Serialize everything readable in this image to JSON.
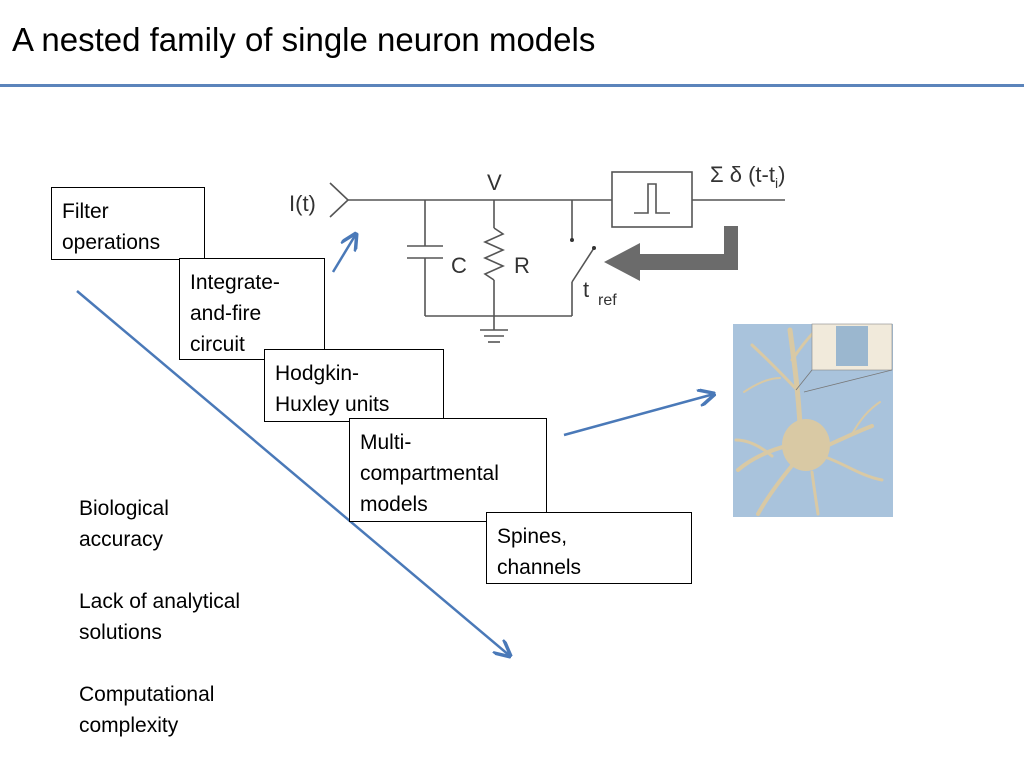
{
  "slide": {
    "title": "A nested family of single neuron models"
  },
  "boxes": [
    {
      "lines": [
        "Filter",
        "operations"
      ]
    },
    {
      "lines": [
        "Integrate-",
        "and-fire",
        "circuit"
      ]
    },
    {
      "lines": [
        "Hodgkin-",
        "Huxley units"
      ]
    },
    {
      "lines": [
        "Multi-",
        "compartmental",
        "models"
      ]
    },
    {
      "lines": [
        "Spines,",
        "channels"
      ]
    }
  ],
  "notes": {
    "item1": [
      "Biological",
      "accuracy"
    ],
    "item2": [
      "Lack of analytical",
      "solutions"
    ],
    "item3": [
      "Computational",
      "complexity"
    ]
  },
  "circuit": {
    "input_label": "I(t)",
    "voltage_label": "V",
    "capacitor_label": "C",
    "resistor_label": "R",
    "t_label": "t",
    "ref_label": "ref",
    "output_label_main": "Σ δ (t-t",
    "output_label_sub": "i",
    "output_label_close": ")"
  },
  "colors": {
    "accent": "#5b84bb",
    "arrow": "#4a79b8",
    "neuron_bg": "#a9c3dc",
    "neuron_body": "#d9c9a4",
    "feedback_arrow": "#6b6b6b"
  }
}
